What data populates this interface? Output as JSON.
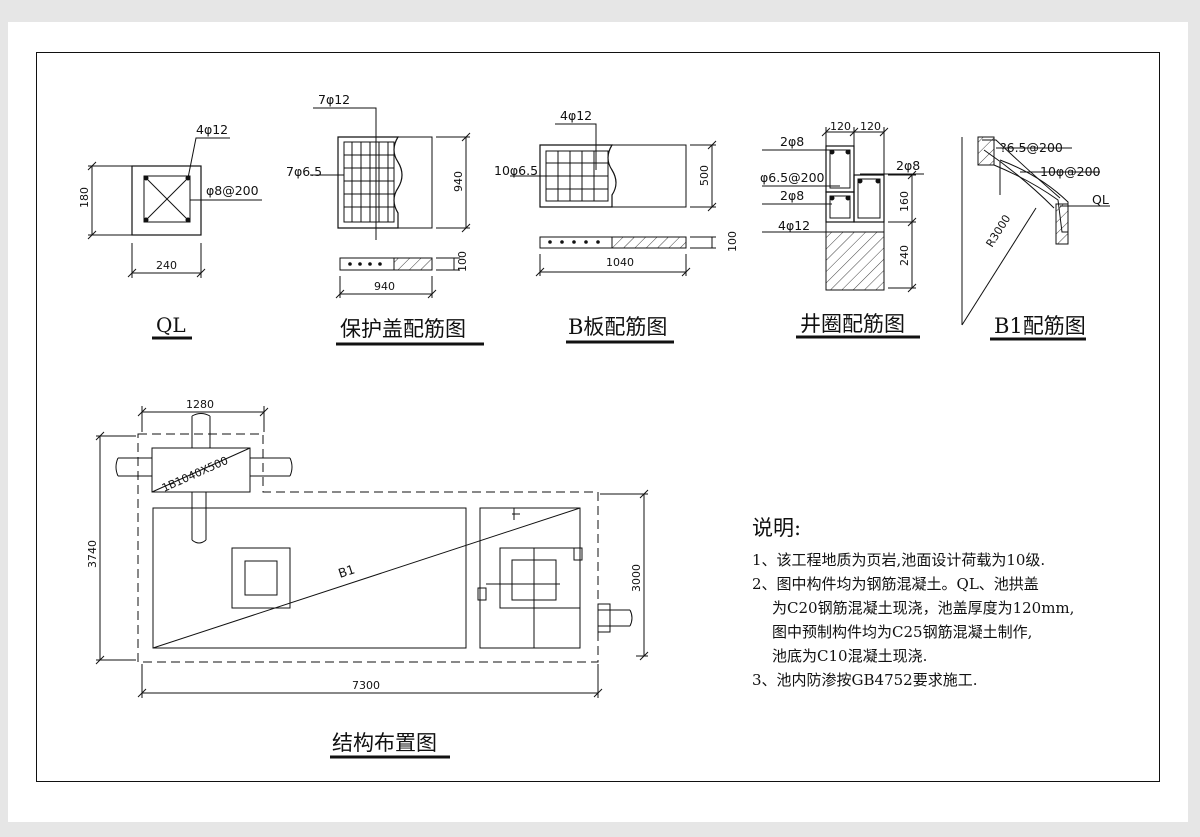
{
  "details": {
    "ql": {
      "title": "QL",
      "rebar_main": "4φ12",
      "rebar_stirrup": "φ8@200",
      "dim_h": "180",
      "dim_w": "240"
    },
    "cover": {
      "title": "保护盖配筋图",
      "rebar_top": "7φ12",
      "rebar_side": "7φ6.5",
      "dim_h": "940",
      "dim_w": "940",
      "dim_t": "100"
    },
    "b_slab": {
      "title": "B板配筋图",
      "rebar_top": "4φ12",
      "rebar_side": "10φ6.5",
      "dim_h": "500",
      "dim_w": "1040",
      "dim_t": "100"
    },
    "ring": {
      "title": "井圈配筋图",
      "dim_a": "120",
      "dim_b": "120",
      "r1": "2φ8",
      "r2": "φ6.5@200",
      "r3": "2φ8",
      "r4": "2φ8",
      "r5": "4φ12",
      "dim_h1": "160",
      "dim_h2": "240"
    },
    "b1": {
      "title": "B1配筋图",
      "r1": "?6.5@200",
      "r2": "10φ@200",
      "ql": "QL",
      "radius": "R3000"
    }
  },
  "layout_plan": {
    "title": "结构布置图",
    "dim_top": "1280",
    "dim_left": "3740",
    "dim_right": "3000",
    "dim_bottom": "7300",
    "slab_label": "1B1040X500",
    "b1_label": "B1"
  },
  "notes": {
    "title": "说明:",
    "lines": [
      "1、该工程地质为页岩,池面设计荷载为10级.",
      "2、图中构件均为钢筋混凝土。QL、池拱盖",
      "为C20钢筋混凝土现浇，池盖厚度为120mm,",
      "图中预制构件均为C25钢筋混凝土制作,",
      "池底为C10混凝土现浇.",
      "3、池内防渗按GB4752要求施工."
    ]
  }
}
